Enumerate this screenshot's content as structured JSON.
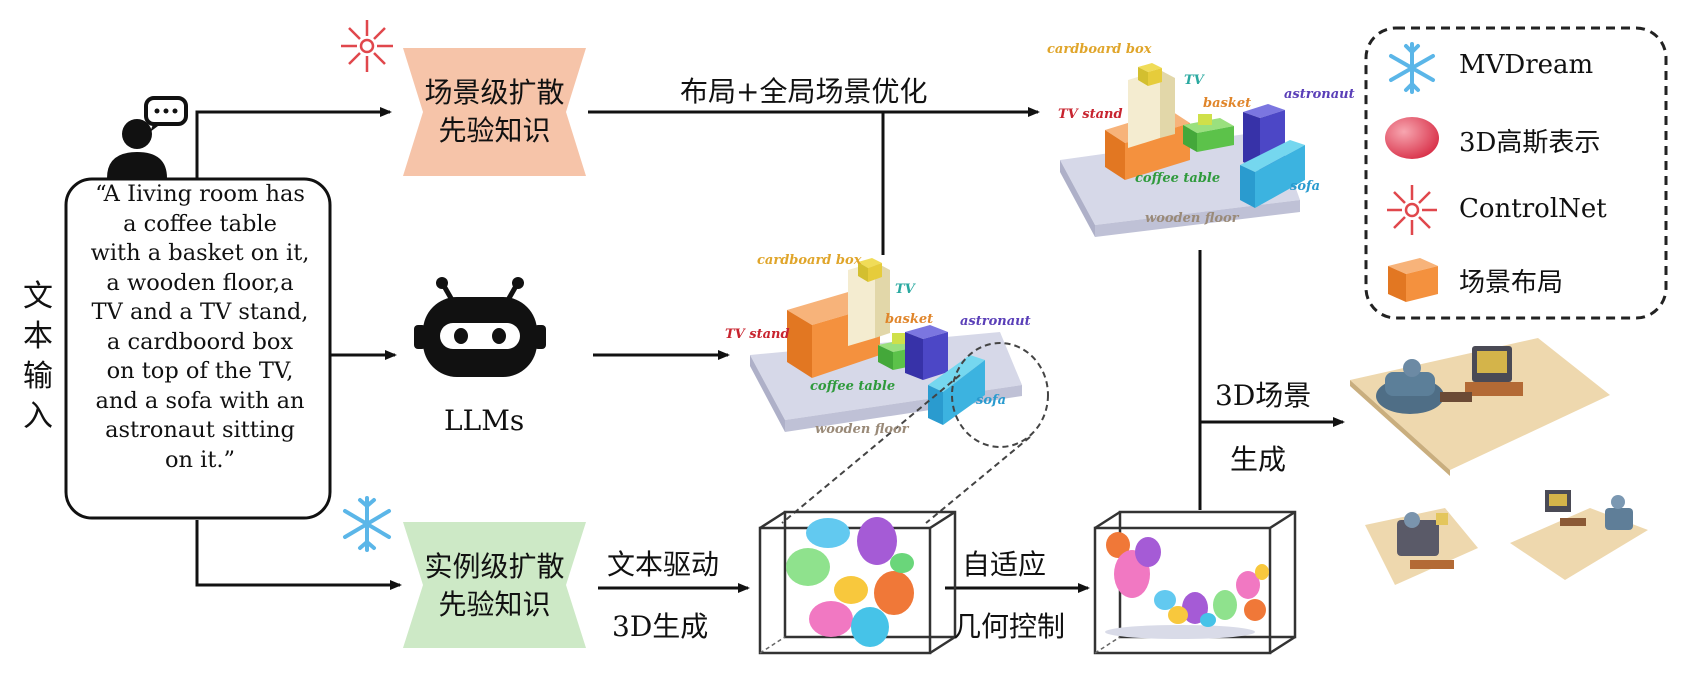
{
  "text_input_label": [
    "文",
    "本",
    "输",
    "入"
  ],
  "user_prompt_lines": [
    "“A Iiving room has",
    "a coffee table",
    "with a basket on it,",
    "a wooden floor,a",
    "TV and a TV stand,",
    "a cardboord box",
    "on top of the TV,",
    "and a sofa with an",
    "astronaut sitting",
    "on it.”"
  ],
  "llm_label": "LLMs",
  "scene_prior_box": [
    "场景级扩散",
    "先验知识"
  ],
  "instance_prior_box": [
    "实例级扩散",
    "先验知识"
  ],
  "global_opt_label": "布局+全局场景优化",
  "text_driven_3d": [
    "文本驱动",
    "3D生成"
  ],
  "adaptive_geo": [
    "自适应",
    "几何控制"
  ],
  "scene_gen": [
    "3D场景",
    "生成"
  ],
  "scene_labels": {
    "cardboard_box": "cardboard box",
    "tv": "TV",
    "tv_stand": "TV stand",
    "basket": "basket",
    "astronaut": "astronaut",
    "coffee_table": "coffee table",
    "sofa": "sofa",
    "wooden_floor": "wooden floor"
  },
  "legend": {
    "mvdream": "MVDream",
    "gaussian": "3D高斯表示",
    "controlnet": "ControlNet",
    "layout": "场景布局"
  },
  "colors": {
    "scene_prior_fill": "#f6c4a9",
    "instance_prior_fill": "#cde9c6",
    "snowflake": "#5bb6e8",
    "controlnet_mark": "#e0474c",
    "layout_orange": "#f4913e",
    "gaussian_pink": "#e8576a"
  }
}
